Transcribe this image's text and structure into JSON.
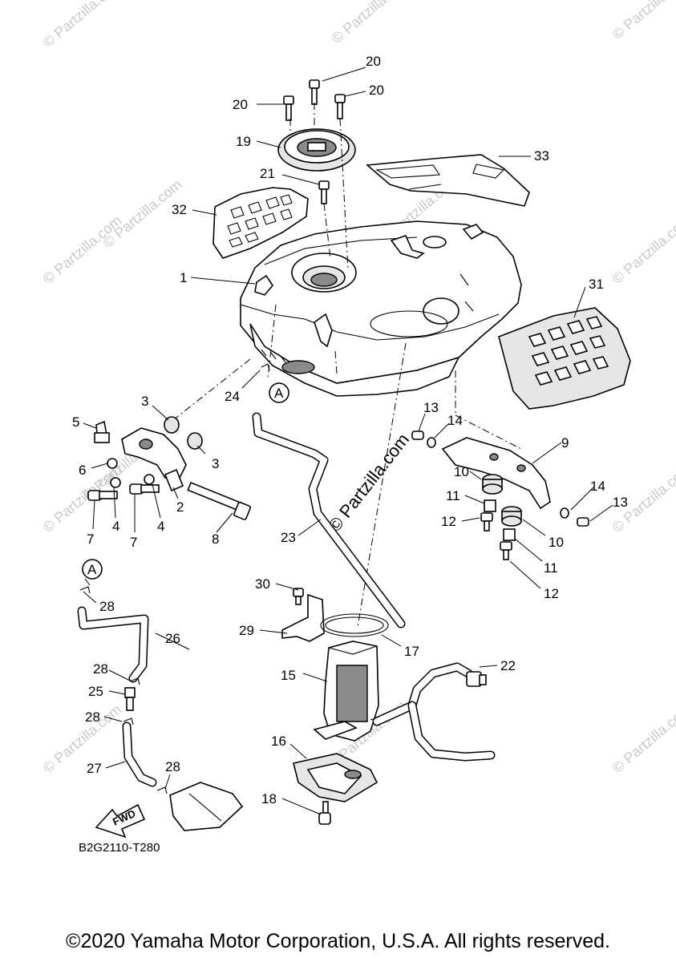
{
  "watermark": {
    "text": "© Partzilla.com",
    "center_text": "© Partzilla.com"
  },
  "callouts": {
    "c1": "1",
    "c2": "2",
    "c3a": "3",
    "c3b": "3",
    "c4a": "4",
    "c4b": "4",
    "c5": "5",
    "c6": "6",
    "c7a": "7",
    "c7b": "7",
    "c8": "8",
    "c9": "9",
    "c10a": "10",
    "c10b": "10",
    "c11a": "11",
    "c11b": "11",
    "c12a": "12",
    "c12b": "12",
    "c13a": "13",
    "c13b": "13",
    "c14a": "14",
    "c14b": "14",
    "c15": "15",
    "c16": "16",
    "c17": "17",
    "c18": "18",
    "c19": "19",
    "c20a": "20",
    "c20b": "20",
    "c20c": "20",
    "c21": "21",
    "c22": "22",
    "c23": "23",
    "c24": "24",
    "c25": "25",
    "c26": "26",
    "c27": "27",
    "c28a": "28",
    "c28b": "28",
    "c28c": "28",
    "c28d": "28",
    "c29": "29",
    "c30": "30",
    "c31": "31",
    "c32": "32",
    "c33": "33"
  },
  "ref_marks": {
    "a1": "A",
    "a2": "A"
  },
  "fwd_label": "FWD",
  "diagram_code": "B2G2110-T280",
  "copyright": "©2020 Yamaha Motor Corporation, U.S.A. All rights reserved."
}
